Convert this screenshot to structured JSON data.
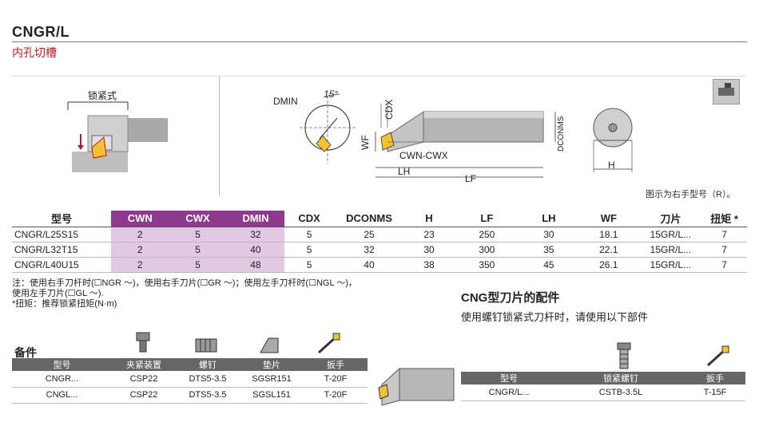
{
  "header": {
    "title": "CNGR/L",
    "subtitle": "内孔切槽"
  },
  "diagram": {
    "lock_label": "锁紧式",
    "dmin_label": "DMIN",
    "angle_label": "15°",
    "cdx_label": "CDX",
    "wf_label": "WF",
    "cwn_cwx_label": "CWN-CWX",
    "lh_label": "LH",
    "lf_label": "LF",
    "dconms_label": "DCONMS",
    "h_label": "H",
    "caption": "图示为右手型号（R）。"
  },
  "main_table": {
    "headers": [
      "型号",
      "CWN",
      "CWX",
      "DMIN",
      "CDX",
      "DCONMS",
      "H",
      "LF",
      "LH",
      "WF",
      "刀片",
      "扭矩 *"
    ],
    "rows": [
      [
        "CNGR/L25S15",
        "2",
        "5",
        "32",
        "5",
        "25",
        "23",
        "250",
        "30",
        "18.1",
        "15GR/L...",
        "7"
      ],
      [
        "CNGR/L32T15",
        "2",
        "5",
        "40",
        "5",
        "32",
        "30",
        "300",
        "35",
        "22.1",
        "15GR/L...",
        "7"
      ],
      [
        "CNGR/L40U15",
        "2",
        "5",
        "48",
        "5",
        "40",
        "38",
        "350",
        "45",
        "26.1",
        "15GR/L...",
        "7"
      ]
    ]
  },
  "notes": {
    "line1": "注：使用右手刀杆时(☐NGR ～)，使用右手刀片(☐GR ～)；使用左手刀杆时(☐NGL ～)，",
    "line2": "使用左手刀片(☐GL ～).",
    "line3": "*扭矩：推荐锁紧扭矩(N·m)"
  },
  "accessories": {
    "title": "备件",
    "headers": [
      "型号",
      "夹紧装置",
      "螺钉",
      "垫片",
      "扳手"
    ],
    "rows": [
      [
        "CNGR...",
        "CSP22",
        "DTS5-3.5",
        "SGSR151",
        "T-20F"
      ],
      [
        "CNGL...",
        "CSP22",
        "DTS5-3.5",
        "SGSL151",
        "T-20F"
      ]
    ]
  },
  "cng_parts": {
    "title": "CNG型刀片的配件",
    "subtitle": "使用螺钉锁紧式刀杆时，请使用以下部件",
    "headers": [
      "型号",
      "锁紧螺钉",
      "扳手"
    ],
    "rows": [
      [
        "CNGR/L...",
        "CSTB-3.5L",
        "T-15F"
      ]
    ]
  },
  "colors": {
    "accent_red": "#c0181c",
    "header_purple": "#8e3a8e",
    "cell_purple": "#e3c8e3",
    "table_header_gray": "#666666",
    "insert_yellow": "#f2c230"
  }
}
